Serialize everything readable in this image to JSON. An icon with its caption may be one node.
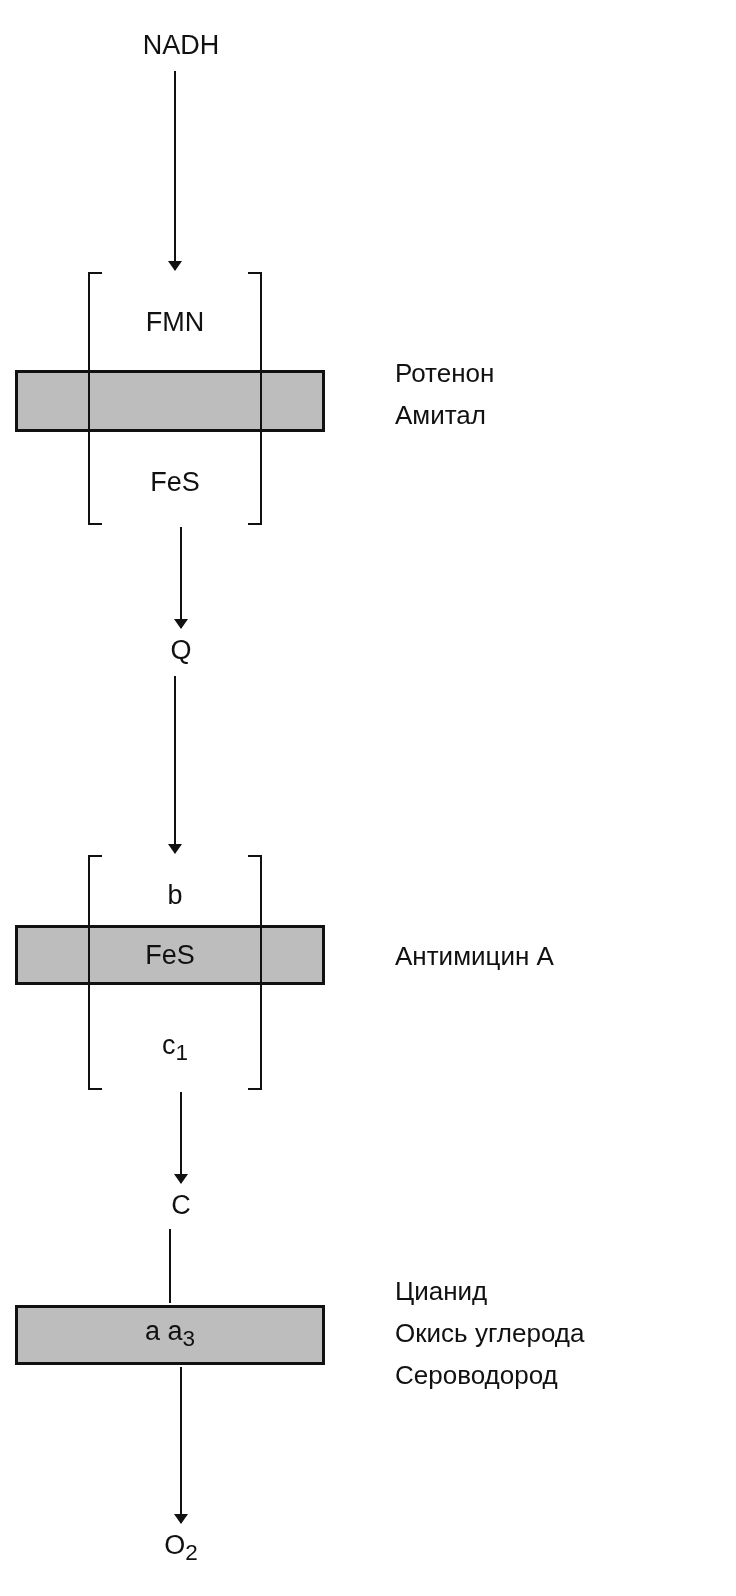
{
  "diagram": {
    "nodes": [
      {
        "text": [
          "NADH"
        ]
      },
      {
        "text": [],
        "shape": "box"
      },
      {
        "text": [
          "FMN"
        ],
        "in": 1
      },
      {
        "text": [],
        "shape": "bar",
        "beside": [
          "Ротенон",
          "Амитал"
        ]
      },
      {
        "text": [
          "FeS"
        ],
        "in": 1
      },
      {
        "text": [
          "Q"
        ]
      },
      {
        "text": [],
        "shape": "box"
      },
      {
        "text": [
          "b"
        ],
        "in": 6
      },
      {
        "text": [
          "FeS"
        ],
        "beside": [
          "Антимицин А"
        ]
      },
      {
        "text": [
          "c$_{1}$"
        ],
        "in": 6
      },
      {
        "text": [
          "C"
        ]
      },
      {
        "text": [
          "a a$_{3}$"
        ],
        "beside": [
          "Цианид",
          "Окись углерода",
          "Сероводород"
        ]
      },
      {
        "text": [
          "O$_{2}$"
        ]
      }
    ],
    "edges": [
      {
        "from": 0,
        "to": 1,
        "arrow": "to"
      },
      {
        "from": 1,
        "to": 5,
        "arrow": "to"
      },
      {
        "from": 5,
        "to": 6,
        "arrow": "to"
      },
      {
        "from": 6,
        "to": 10,
        "arrow": "to"
      },
      {
        "from": 10,
        "to": 11,
        "arrow": "none"
      },
      {
        "from": 11,
        "to": 12,
        "arrow": "to"
      }
    ]
  }
}
